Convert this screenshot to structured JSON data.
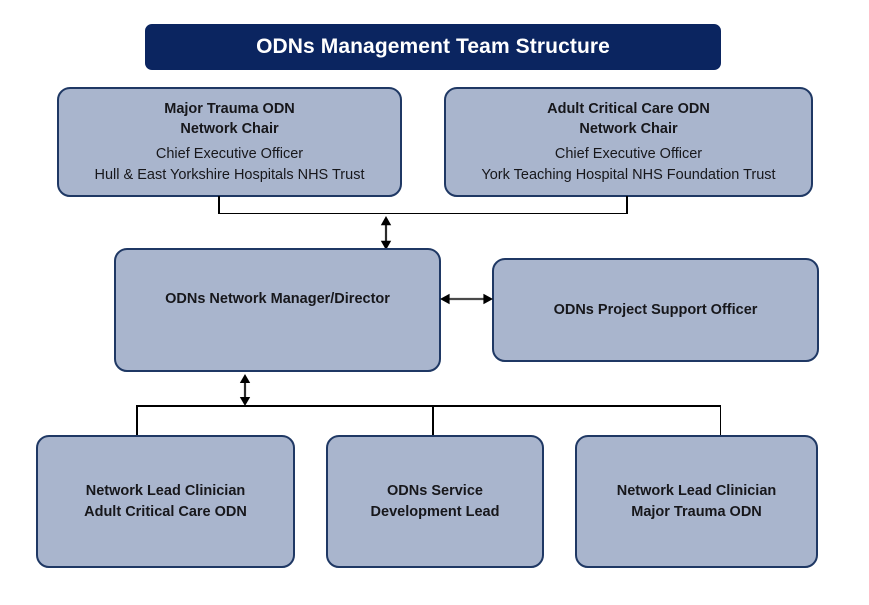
{
  "document": {
    "title": "ODNs Management Team Structure",
    "type": "organizational-chart"
  },
  "theme": {
    "banner_background": "#0B2560",
    "banner_text": "#FFFFFF",
    "node_fill": "#A9B5CD",
    "node_border": "#1F3864",
    "node_text": "#17171B",
    "connector": "#000000",
    "page_background": "#FFFFFF"
  },
  "banner": {
    "label": "ODNs Management Team Structure"
  },
  "nodes": {
    "major_trauma_chair": {
      "name_line1": "Major Trauma ODN",
      "name_line2": "Network Chair",
      "role": "Chief Executive Officer",
      "organisation": "Hull & East Yorkshire Hospitals NHS Trust"
    },
    "adult_critical_care_chair": {
      "name_line1": "Adult Critical Care ODN",
      "name_line2": "Network Chair",
      "role": "Chief Executive Officer",
      "organisation": "York Teaching Hospital NHS Foundation Trust"
    },
    "network_manager": {
      "label": "ODNs Network Manager/Director"
    },
    "project_support_officer": {
      "label": "ODNs Project Support Officer"
    },
    "lead_clinician_acc": {
      "line1": "Network Lead Clinician",
      "line2": "Adult Critical Care ODN"
    },
    "service_development_lead": {
      "line1": "ODNs Service",
      "line2": "Development Lead"
    },
    "lead_clinician_mt": {
      "line1": "Network Lead Clinician",
      "line2": "Major Trauma ODN"
    }
  },
  "connectors": [
    {
      "name": "chairs-join-bar",
      "kind": "bracket",
      "from": [
        "major_trauma_chair",
        "adult_critical_care_chair"
      ],
      "style": "plain-line"
    },
    {
      "name": "chairs-to-network-manager",
      "kind": "double-arrow",
      "orientation": "vertical",
      "from": "chairs-join-bar",
      "to": "network_manager"
    },
    {
      "name": "network-manager-to-project-support",
      "kind": "double-arrow",
      "orientation": "horizontal",
      "from": "network_manager",
      "to": "project_support_officer"
    },
    {
      "name": "network-manager-to-leads",
      "kind": "double-arrow",
      "orientation": "vertical",
      "from": "network_manager",
      "to": "leads-distribution-bar"
    },
    {
      "name": "leads-distribution-bar",
      "kind": "bracket",
      "to": [
        "lead_clinician_acc",
        "service_development_lead",
        "lead_clinician_mt"
      ],
      "style": "plain-line"
    }
  ]
}
